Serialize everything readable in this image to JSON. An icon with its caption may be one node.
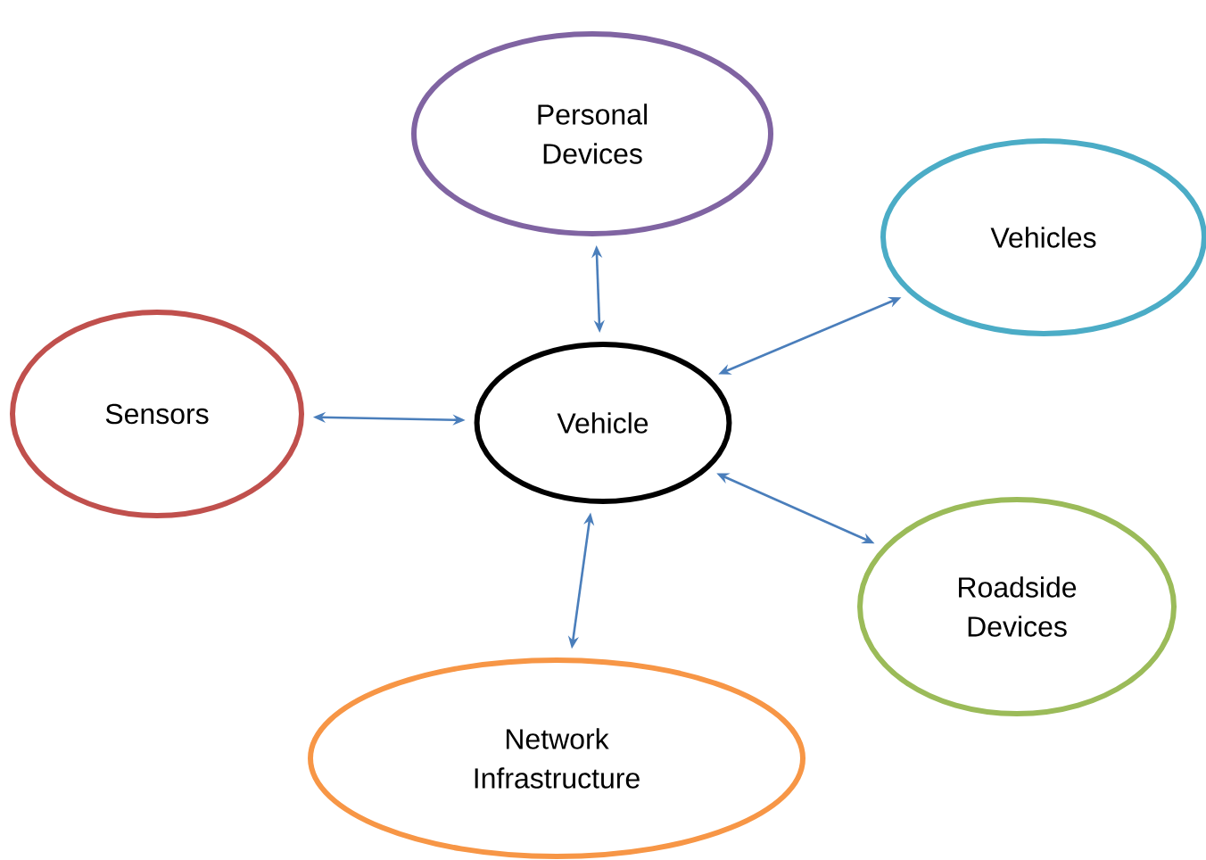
{
  "diagram": {
    "nodes": [
      {
        "text": [
          "Personal Devices"
        ]
      },
      {
        "text": [
          "Vehicles"
        ]
      },
      {
        "text": [
          "Sensors"
        ]
      },
      {
        "text": [
          "Vehicle"
        ]
      },
      {
        "text": [
          "Roadside Devices"
        ]
      },
      {
        "text": [
          "Network Infrastructure"
        ]
      }
    ],
    "edges": [
      {
        "from": 3,
        "to": 0,
        "arrow": "both"
      },
      {
        "from": 3,
        "to": 1,
        "arrow": "both"
      },
      {
        "from": 3,
        "to": 2,
        "arrow": "both"
      },
      {
        "from": 3,
        "to": 4,
        "arrow": "both"
      },
      {
        "from": 3,
        "to": 5,
        "arrow": "both"
      }
    ]
  }
}
